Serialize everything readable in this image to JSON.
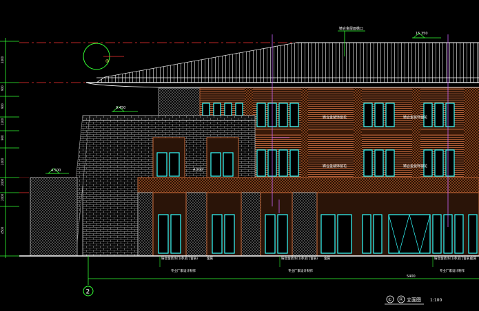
{
  "drawing": {
    "title_prefix": "①",
    "title_suffix": "立面图",
    "title_axis_mark": "Ⓐ",
    "scale": "1:100",
    "grid_label_2": "2",
    "roof_note": "铸合金屋面檐口",
    "window_note_1": "铸合金装饰窗花",
    "window_note_2": "铸合金装饰窗花",
    "window_note_3": "铸合金装饰窗花",
    "window_note_4": "铸合金装饰窗花",
    "door_note_1a": "铸合金装饰门(参见门窗表)",
    "door_note_1b": "金属",
    "door_note_1c": "专业厂家设计制作",
    "door_note_2a": "铸合金装饰门(参见门窗表)",
    "door_note_2b": "金属",
    "door_note_2c": "专业厂家设计制作",
    "door_note_3a": "铸合金装饰门(参见门窗表)",
    "door_note_3b": "金属",
    "door_note_3c": "专业厂家设计制作",
    "overall_dim": "5400",
    "elev_roof": "15.350",
    "elev_terrace_1": "9.450",
    "elev_terrace_2": "4.500",
    "elev_canopy": "4.200",
    "dim_1": "2400",
    "dim_2": "2400",
    "dim_3": "900",
    "dim_4": "900",
    "dim_5": "1200",
    "dim_6": "2400",
    "dim_7": "2400",
    "dim_8": "900",
    "dim_9": "4500"
  },
  "colors": {
    "background": "#000000",
    "grid_line": "#ff3333",
    "brick": "#a9a9a9",
    "stone": "#c86a3a",
    "glass": "#33ffff",
    "accent": "#33ff33",
    "magenta": "#cc66ff"
  }
}
